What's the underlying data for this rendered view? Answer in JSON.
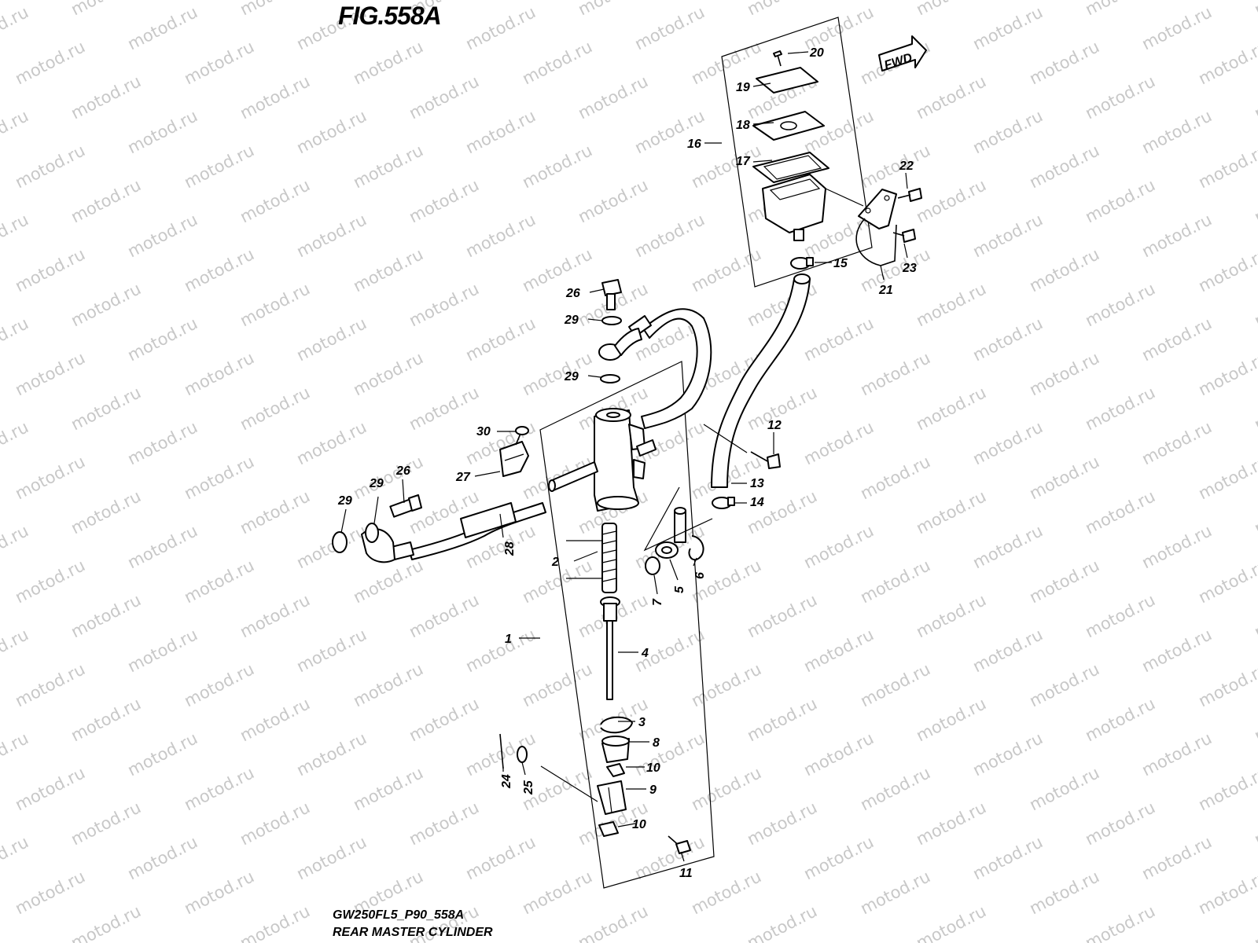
{
  "figure": {
    "title": "FIG.558A",
    "code": "GW250FL5_P90_558A",
    "caption": "REAR MASTER CYLINDER"
  },
  "watermark": "motod.ru",
  "fwd_badge": "FWD",
  "callouts": [
    "1",
    "2",
    "3",
    "4",
    "5",
    "6",
    "7",
    "8",
    "9",
    "10",
    "10",
    "11",
    "12",
    "13",
    "14",
    "15",
    "16",
    "17",
    "18",
    "19",
    "20",
    "21",
    "22",
    "23",
    "24",
    "25",
    "26",
    "26",
    "27",
    "28",
    "29",
    "29",
    "29",
    "29",
    "30"
  ]
}
